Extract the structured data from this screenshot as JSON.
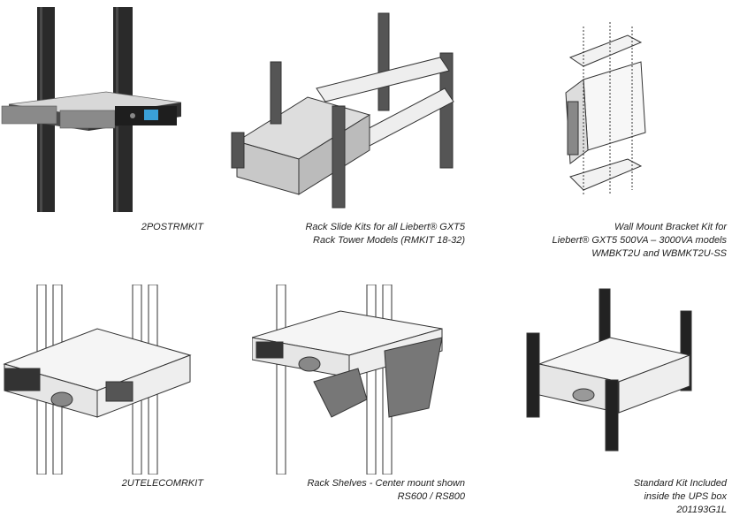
{
  "items": [
    {
      "lines": [
        "2POSTRMKIT"
      ]
    },
    {
      "lines": [
        "Rack Slide Kits for all Liebert® GXT5",
        "Rack Tower Models (RMKIT 18-32)"
      ]
    },
    {
      "lines": [
        "Wall Mount Bracket Kit for",
        "Liebert® GXT5 500VA – 3000VA models",
        "WMBKT2U and WBMKT2U-SS"
      ]
    },
    {
      "lines": [
        "2UTELECOMRKIT"
      ]
    },
    {
      "lines": [
        "Rack Shelves - Center mount shown",
        "RS600 / RS800"
      ]
    },
    {
      "lines": [
        "Standard Kit Included",
        "inside the UPS box",
        "201193G1L"
      ]
    }
  ]
}
